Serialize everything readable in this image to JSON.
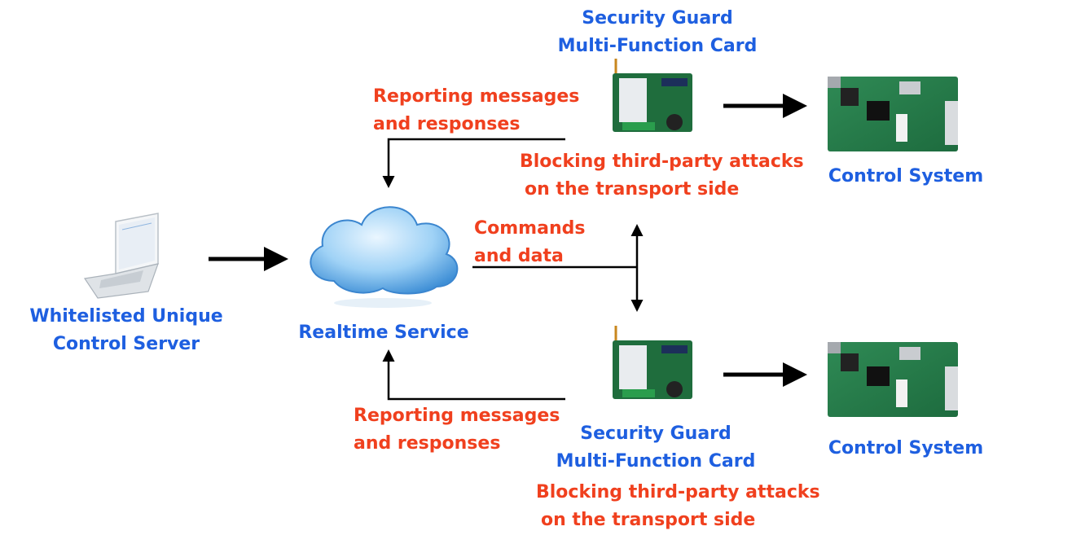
{
  "colors": {
    "label_blue": "#1e5fe0",
    "label_red": "#f0401e",
    "arrow": "#000000"
  },
  "server": {
    "line1": "Whitelisted Unique",
    "line2": "Control Server",
    "icon": "laptop-icon"
  },
  "cloud": {
    "label": "Realtime Service",
    "icon": "cloud-icon"
  },
  "commands": {
    "line1": "Commands",
    "line2": "and data"
  },
  "top": {
    "card_title_line1": "Security Guard",
    "card_title_line2": "Multi-Function Card",
    "report_line1": "Reporting messages",
    "report_line2": "and responses",
    "block_line1": "Blocking third-party attacks",
    "block_line2": "on the transport side",
    "control_label": "Control System"
  },
  "bottom": {
    "card_title_line1": "Security Guard",
    "card_title_line2": "Multi-Function Card",
    "report_line1": "Reporting messages",
    "report_line2": "and responses",
    "block_line1": "Blocking third-party attacks",
    "block_line2": "on the transport side",
    "control_label": "Control System"
  }
}
